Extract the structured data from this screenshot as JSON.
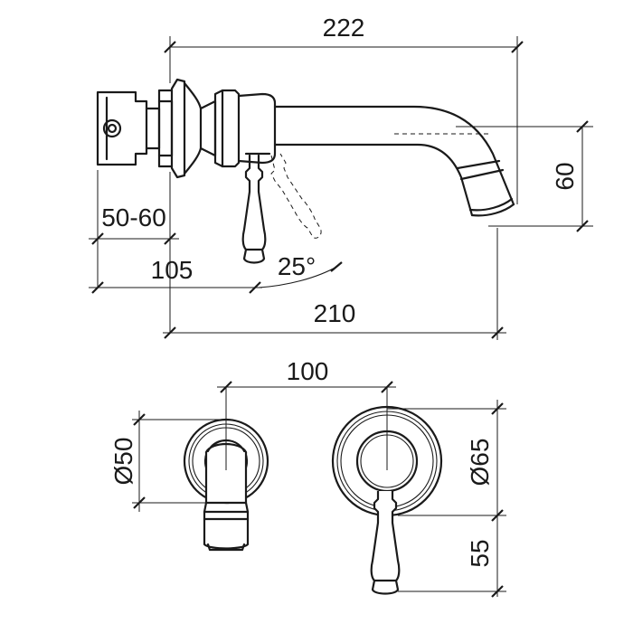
{
  "dimensions": {
    "overall_length": "222",
    "wall_depth_range": "50-60",
    "lever_offset": "105",
    "spout_projection": "210",
    "spout_height": "60",
    "lever_angle": "25°",
    "centres": "100",
    "spout_plate_diameter": "Ø50",
    "mixer_plate_diameter": "Ø65",
    "lever_length": "55"
  }
}
